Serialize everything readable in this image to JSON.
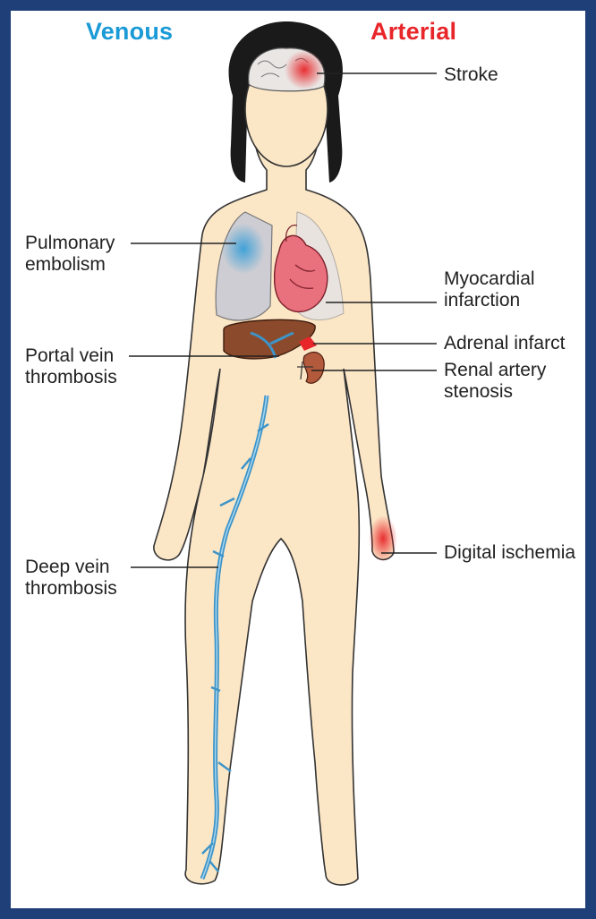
{
  "headers": {
    "venous": "Venous",
    "arterial": "Arterial"
  },
  "labels": {
    "stroke": "Stroke",
    "pulmonary_embolism": "Pulmonary\nembolism",
    "myocardial_infarction": "Myocardial\ninfarction",
    "portal_vein_thrombosis": "Portal vein\nthrombosis",
    "adrenal_infarct": "Adrenal infarct",
    "renal_artery_stenosis": "Renal artery\nstenosis",
    "digital_ischemia": "Digital ischemia",
    "deep_vein_thrombosis": "Deep vein\nthrombosis"
  },
  "colors": {
    "frame": "#1f3f78",
    "venous": "#1a9ad6",
    "arterial": "#e8262a",
    "skin": "#fbe6c6",
    "vein": "#3d94c8",
    "liver": "#8b4a2b"
  }
}
